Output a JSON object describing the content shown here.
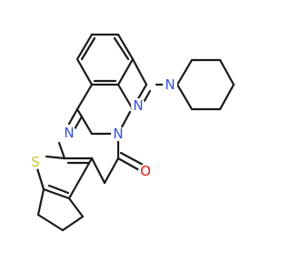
{
  "atoms": {
    "n_piperidine": {
      "text": "N",
      "color": "#3050f8"
    },
    "n_hydrazine_a": {
      "text": "N",
      "color": "#3050f8"
    },
    "n_hydrazine_b": {
      "text": "N",
      "color": "#3050f8"
    },
    "n_pyrimidine": {
      "text": "N",
      "color": "#3050f8"
    },
    "s_thiophene": {
      "text": "S",
      "color": "#c8c820"
    },
    "o_carbonyl": {
      "text": "O",
      "color": "#ff0d0d"
    }
  }
}
